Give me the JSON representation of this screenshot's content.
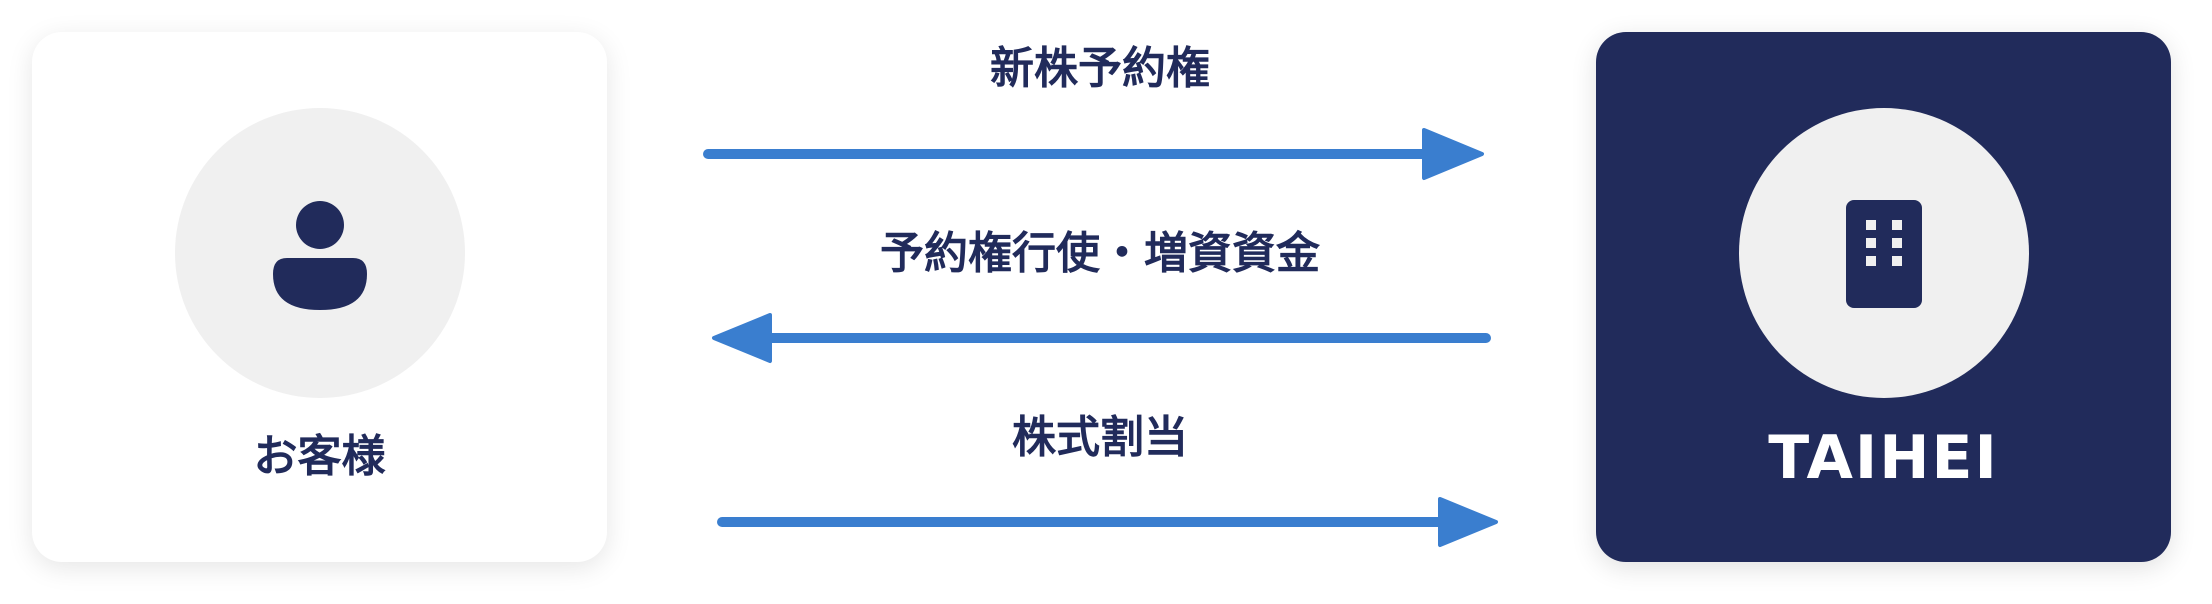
{
  "customer": {
    "label": "お客様",
    "icon": "person-icon"
  },
  "company": {
    "logo_text": "TAIHEI",
    "icon": "building-icon"
  },
  "flows": [
    {
      "label": "新株予約権",
      "direction": "to-company"
    },
    {
      "label": "予約権行使・増資資金",
      "direction": "to-customer"
    },
    {
      "label": "株式割当",
      "direction": "to-company"
    }
  ],
  "colors": {
    "navy": "#212b5b",
    "arrow_blue": "#3a7ecf",
    "circle_gray": "#f0f0f0"
  }
}
